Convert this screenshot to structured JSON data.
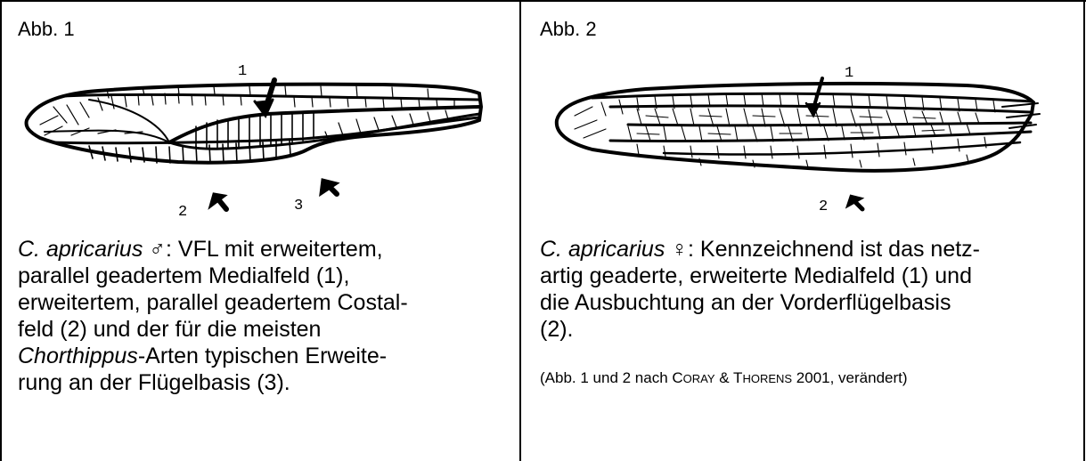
{
  "figure1": {
    "label": "Abb. 1",
    "markers": [
      "1",
      "2",
      "3"
    ],
    "caption_species": "C. apricarius",
    "caption_sex": "♂",
    "caption_lines": [
      ": VFL mit erweitertem,",
      "parallel geadertem Medialfeld (1),",
      "erweitertem, parallel geadertem Costal-",
      "feld (2) und der für die meisten",
      "-Arten typischen Erweite-",
      "rung an der Flügelbasis (3)."
    ],
    "caption_genus": "Chorthippus"
  },
  "figure2": {
    "label": "Abb. 2",
    "markers": [
      "1",
      "2"
    ],
    "caption_species": "C. apricarius",
    "caption_sex": "♀",
    "caption_lines": [
      ": Kennzeichnend ist das netz-",
      "artig geaderte, erweiterte Medialfeld (1) und",
      "die Ausbuchtung an der Vorderflügelbasis",
      "(2)."
    ],
    "source_prefix": "(Abb. 1 und 2 nach ",
    "author1_initial": "C",
    "author1_rest": "ORAY",
    "source_and": " & ",
    "author2_initial": "T",
    "author2_rest": "HORENS",
    "source_suffix": " 2001, verändert)"
  }
}
